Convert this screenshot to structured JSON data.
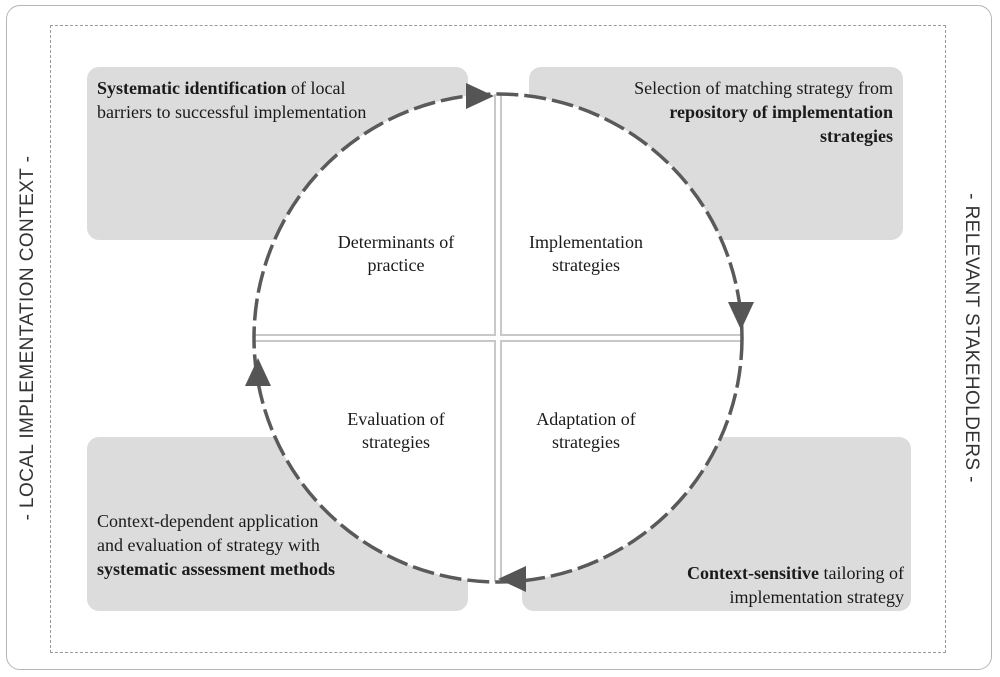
{
  "side_labels": {
    "left": "- LOCAL IMPLEMENTATION CONTEXT -",
    "right": "- RELEVANT STAKEHOLDERS -"
  },
  "boxes": {
    "top_left": {
      "bold_part": "Systematic identification",
      "rest_part": " of local barriers to successful implementation"
    },
    "top_right": {
      "lead_part": "Selection of matching strategy from ",
      "bold_part": "repository of implementation strategies"
    },
    "bottom_left": {
      "lead_part": "Context-dependent application and evaluation of strategy with ",
      "bold_part": "systematic assessment methods"
    },
    "bottom_right": {
      "bold_part": "Context-sensitive",
      "rest_part": " tailoring of implementation strategy"
    }
  },
  "quadrants": {
    "top_left": {
      "line1": "Determinants of",
      "line2": "practice"
    },
    "top_right": {
      "line1": "Implementation",
      "line2": "strategies"
    },
    "bottom_left": {
      "line1": "Evaluation of",
      "line2": "strategies"
    },
    "bottom_right": {
      "line1": "Adaptation of",
      "line2": "strategies"
    }
  },
  "colors": {
    "box_fill": "#dcdcdc",
    "cycle_dash": "#5a5a5a",
    "arrow": "#555555"
  }
}
